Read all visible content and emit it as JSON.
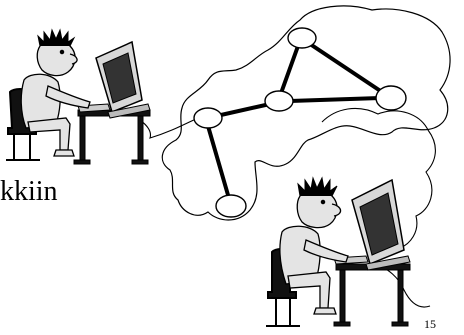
{
  "slide": {
    "text_fragment": "kkiin",
    "page_number": "15"
  },
  "diagram": {
    "nodes": [
      {
        "id": "top"
      },
      {
        "id": "right"
      },
      {
        "id": "center"
      },
      {
        "id": "left"
      },
      {
        "id": "bottom"
      }
    ],
    "links": [
      {
        "from": "top",
        "to": "right"
      },
      {
        "from": "top",
        "to": "center"
      },
      {
        "from": "center",
        "to": "right"
      },
      {
        "from": "left",
        "to": "center"
      },
      {
        "from": "left",
        "to": "bottom"
      }
    ],
    "users": [
      {
        "name": "user-top-left",
        "attached_to": "left"
      },
      {
        "name": "user-bottom-right",
        "attached_to": "right"
      }
    ]
  }
}
